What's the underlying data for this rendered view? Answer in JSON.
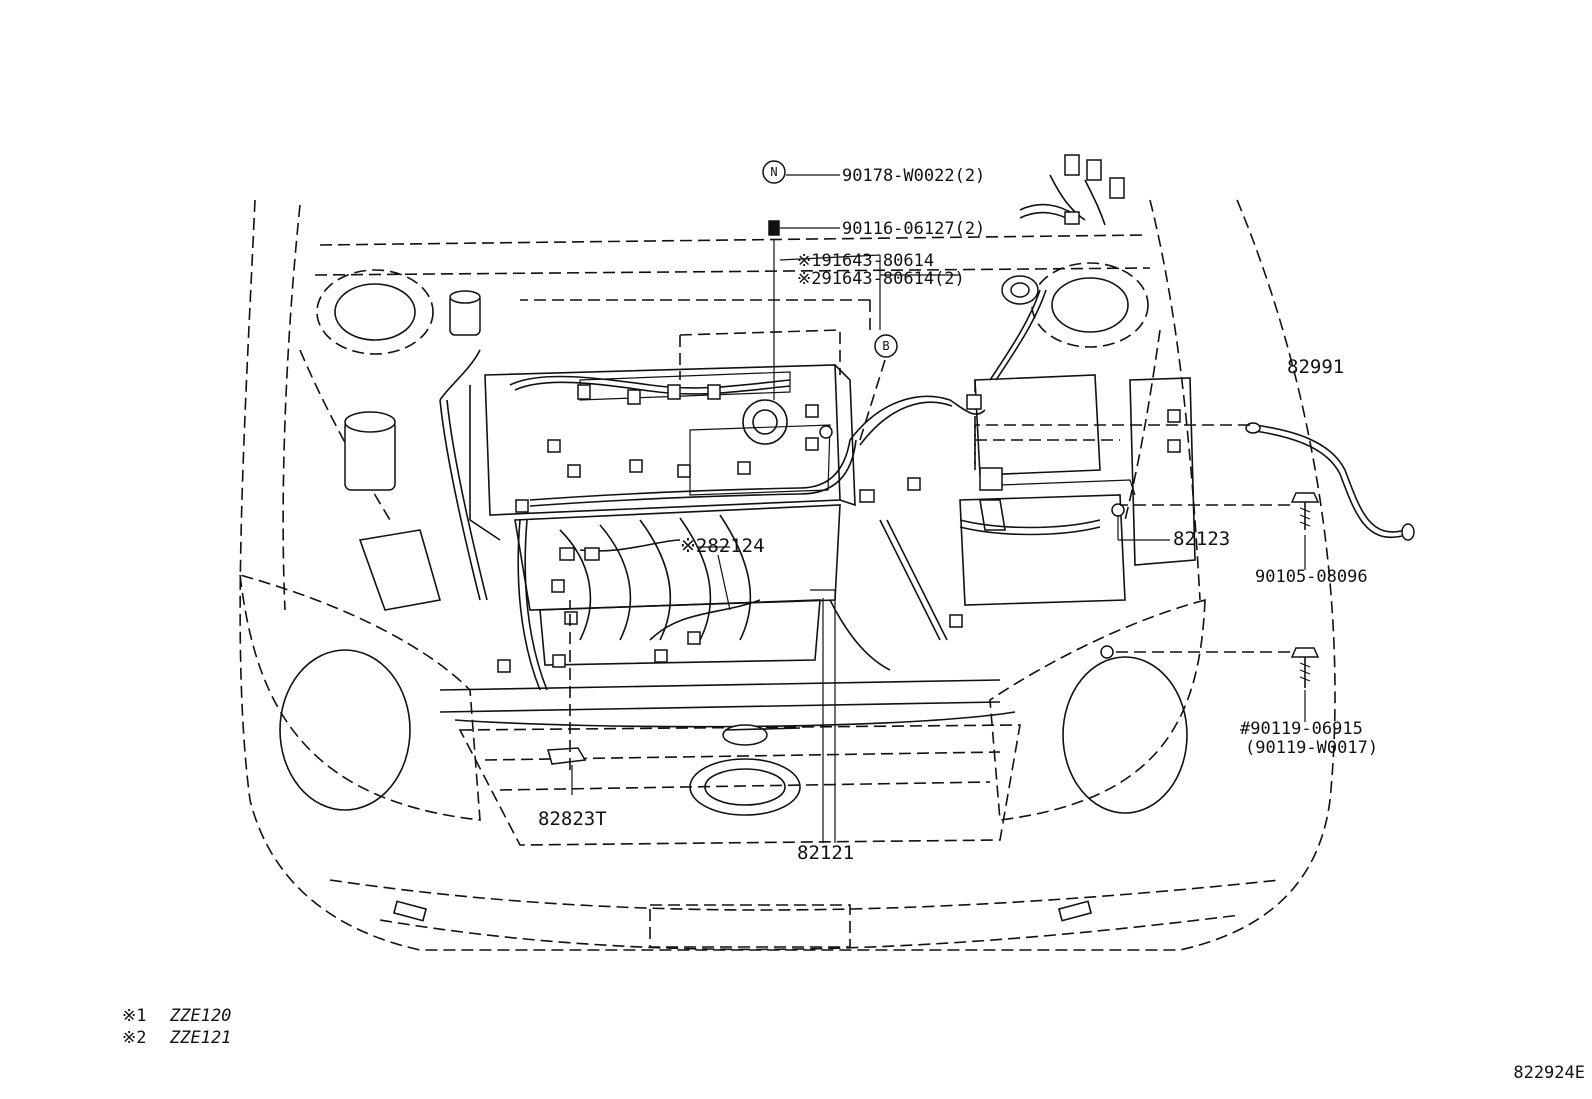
{
  "callouts": {
    "p90178": "90178-W0022(2)",
    "p90116": "90116-06127(2)",
    "p91643_1": "※191643-80614",
    "p91643_2": "※291643-80614(2)",
    "p82991": "82991",
    "p82124": "※282124",
    "p82123": "82123",
    "p90105": "90105-08096",
    "p90119a": "#90119-06915",
    "p90119b": "(90119-W0017)",
    "p82823t": "82823T",
    "p82121": "82121",
    "symbol_n": "N",
    "symbol_b": "B"
  },
  "notes": [
    {
      "mark": "※1",
      "text": "ZZE120"
    },
    {
      "mark": "※2",
      "text": "ZZE121"
    }
  ],
  "figure_code": "822924E"
}
